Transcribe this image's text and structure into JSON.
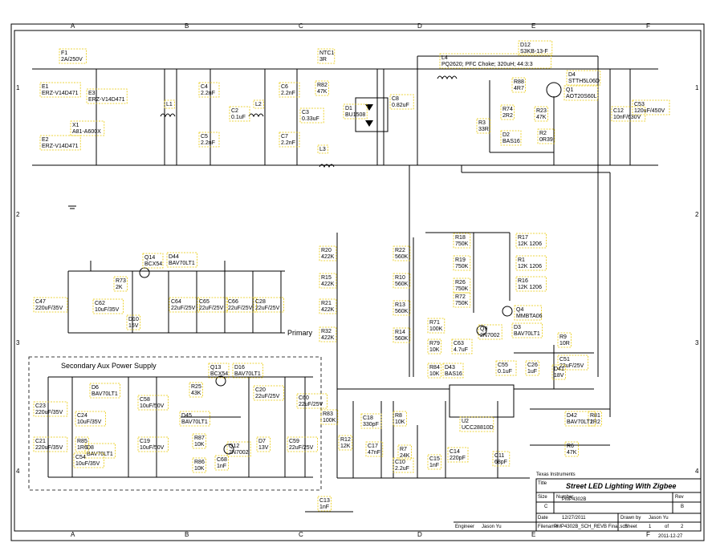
{
  "grid": {
    "columns": [
      "A",
      "B",
      "C",
      "D",
      "E",
      "F"
    ],
    "rows": [
      "1",
      "2",
      "3",
      "4"
    ]
  },
  "components": [
    {
      "ref": "F1",
      "value": "2A/250V"
    },
    {
      "ref": "E1",
      "value": "ERZ-V14D471"
    },
    {
      "ref": "E3",
      "value": "ERZ-V14D471"
    },
    {
      "ref": "X1",
      "value": "A81-A600X"
    },
    {
      "ref": "E2",
      "value": "ERZ-V14D471"
    },
    {
      "ref": "L1",
      "value": ""
    },
    {
      "ref": "C4",
      "value": "2.2nF"
    },
    {
      "ref": "C5",
      "value": "2.2nF"
    },
    {
      "ref": "C2",
      "value": "0.1uF"
    },
    {
      "ref": "L2",
      "value": ""
    },
    {
      "ref": "C6",
      "value": "2.2nF"
    },
    {
      "ref": "C7",
      "value": "2.2nF"
    },
    {
      "ref": "C3",
      "value": "0.33uF"
    },
    {
      "ref": "NTC1",
      "value": "3R"
    },
    {
      "ref": "R82",
      "value": "47K"
    },
    {
      "ref": "D1",
      "value": "BU1508"
    },
    {
      "ref": "C8",
      "value": "0.82uF"
    },
    {
      "ref": "L3",
      "value": ""
    },
    {
      "ref": "D12",
      "value": "S3KB-13-F"
    },
    {
      "ref": "L4",
      "value": "PQ2620; PFC Choke; 320uH; 44:3:3"
    },
    {
      "ref": "D4",
      "value": "STTH5L06D"
    },
    {
      "ref": "R88",
      "value": "4R7"
    },
    {
      "ref": "Q1",
      "value": "AOT20S60L"
    },
    {
      "ref": "R74",
      "value": "2R2"
    },
    {
      "ref": "R23",
      "value": "47K"
    },
    {
      "ref": "R3",
      "value": "33R"
    },
    {
      "ref": "D2",
      "value": "BAS16"
    },
    {
      "ref": "R2",
      "value": "0R39"
    },
    {
      "ref": "C12",
      "value": "10nF/630V"
    },
    {
      "ref": "C53",
      "value": "120uF/450V"
    },
    {
      "ref": "Q14",
      "value": "BCX54"
    },
    {
      "ref": "D44",
      "value": "BAV70LT1"
    },
    {
      "ref": "R73",
      "value": "2K"
    },
    {
      "ref": "D10",
      "value": "15V"
    },
    {
      "ref": "C47",
      "value": "220uF/35V"
    },
    {
      "ref": "C62",
      "value": "10uF/35V"
    },
    {
      "ref": "C64",
      "value": "22uF/25V"
    },
    {
      "ref": "C65",
      "value": "22uF/25V"
    },
    {
      "ref": "C66",
      "value": "22uF/25V"
    },
    {
      "ref": "C28",
      "value": "22uF/25V"
    },
    {
      "ref": "R20",
      "value": "422K"
    },
    {
      "ref": "R15",
      "value": "422K"
    },
    {
      "ref": "R21",
      "value": "422K"
    },
    {
      "ref": "R32",
      "value": "422K"
    },
    {
      "ref": "R22",
      "value": "560K"
    },
    {
      "ref": "R10",
      "value": "560K"
    },
    {
      "ref": "R13",
      "value": "560K"
    },
    {
      "ref": "R14",
      "value": "560K"
    },
    {
      "ref": "R18",
      "value": "750K"
    },
    {
      "ref": "R19",
      "value": "750K"
    },
    {
      "ref": "R26",
      "value": "750K"
    },
    {
      "ref": "R72",
      "value": "750K"
    },
    {
      "ref": "R17",
      "value": "12K 1206"
    },
    {
      "ref": "R1",
      "value": "12K 1206"
    },
    {
      "ref": "R16",
      "value": "12K 1206"
    },
    {
      "ref": "Q4",
      "value": "MMBTA06"
    },
    {
      "ref": "R71",
      "value": "100K"
    },
    {
      "ref": "Q9",
      "value": "2N7002"
    },
    {
      "ref": "R79",
      "value": "10K"
    },
    {
      "ref": "C63",
      "value": "4.7uF"
    },
    {
      "ref": "D3",
      "value": "BAV70LT1"
    },
    {
      "ref": "R9",
      "value": "10R"
    },
    {
      "ref": "C51",
      "value": "22uF/25V"
    },
    {
      "ref": "R84",
      "value": "10K"
    },
    {
      "ref": "D43",
      "value": "BAS16"
    },
    {
      "ref": "C55",
      "value": "0.1uF"
    },
    {
      "ref": "C26",
      "value": "1uF"
    },
    {
      "ref": "D41",
      "value": "18V"
    },
    {
      "ref": "R83",
      "value": "100K"
    },
    {
      "ref": "C18",
      "value": "330pF"
    },
    {
      "ref": "R8",
      "value": "10K"
    },
    {
      "ref": "U2",
      "value": "UCC28810D"
    },
    {
      "ref": "R81",
      "value": "2R2"
    },
    {
      "ref": "D42",
      "value": "BAV70LT1"
    },
    {
      "ref": "R6",
      "value": "47K"
    },
    {
      "ref": "R12",
      "value": "12K"
    },
    {
      "ref": "C17",
      "value": "47nF"
    },
    {
      "ref": "R7",
      "value": "24K"
    },
    {
      "ref": "C10",
      "value": "2.2uF"
    },
    {
      "ref": "C15",
      "value": "1nF"
    },
    {
      "ref": "C14",
      "value": "220pF"
    },
    {
      "ref": "C11",
      "value": "68pF"
    },
    {
      "ref": "D6",
      "value": "BAV70LT1"
    },
    {
      "ref": "D8",
      "value": "BAV70LT1"
    },
    {
      "ref": "C23",
      "value": "220uF/35V"
    },
    {
      "ref": "C24",
      "value": "10uF/35V"
    },
    {
      "ref": "R85",
      "value": "1R6"
    },
    {
      "ref": "C21",
      "value": "220uF/35V"
    },
    {
      "ref": "C54",
      "value": "10uF/35V"
    },
    {
      "ref": "C58",
      "value": "10uF/50V"
    },
    {
      "ref": "C19",
      "value": "10uF/50V"
    },
    {
      "ref": "R25",
      "value": "43K"
    },
    {
      "ref": "Q13",
      "value": "BCX54"
    },
    {
      "ref": "D16",
      "value": "BAV70LT1"
    },
    {
      "ref": "D45",
      "value": "BAV70LT1"
    },
    {
      "ref": "R87",
      "value": "10K"
    },
    {
      "ref": "R86",
      "value": "10K"
    },
    {
      "ref": "C68",
      "value": "1nF"
    },
    {
      "ref": "Q12",
      "value": "2N7002"
    },
    {
      "ref": "D7",
      "value": "13V"
    },
    {
      "ref": "C20",
      "value": "22uF/25V"
    },
    {
      "ref": "C60",
      "value": "22uF/25V"
    },
    {
      "ref": "C59",
      "value": "22uF/25V"
    },
    {
      "ref": "C13",
      "value": "1nF"
    }
  ],
  "sections": {
    "primary": "Primary",
    "secondary_aux": "Secondary Aux Power Supply"
  },
  "title_block": {
    "company": "Texas Instruments",
    "title_label": "Title",
    "title": "Street LED Lighting With Zigbee",
    "size_label": "Size",
    "size": "C",
    "number_label": "Number",
    "number": "PMP4302B",
    "rev_label": "Rev",
    "rev": "B",
    "date_label": "Date",
    "date": "12/27/2011",
    "drawn_label": "Drawn by",
    "drawn": "Jason Yu",
    "engineer_label": "Engineer",
    "engineer": "Jason Yu",
    "filename_label": "Filename",
    "filename": "PMP4302B_SCH_REVB Final.sch",
    "sheet_label": "Sheet",
    "sheet": "1",
    "of_label": "of",
    "of": "2",
    "printed": "2011-12-27"
  }
}
